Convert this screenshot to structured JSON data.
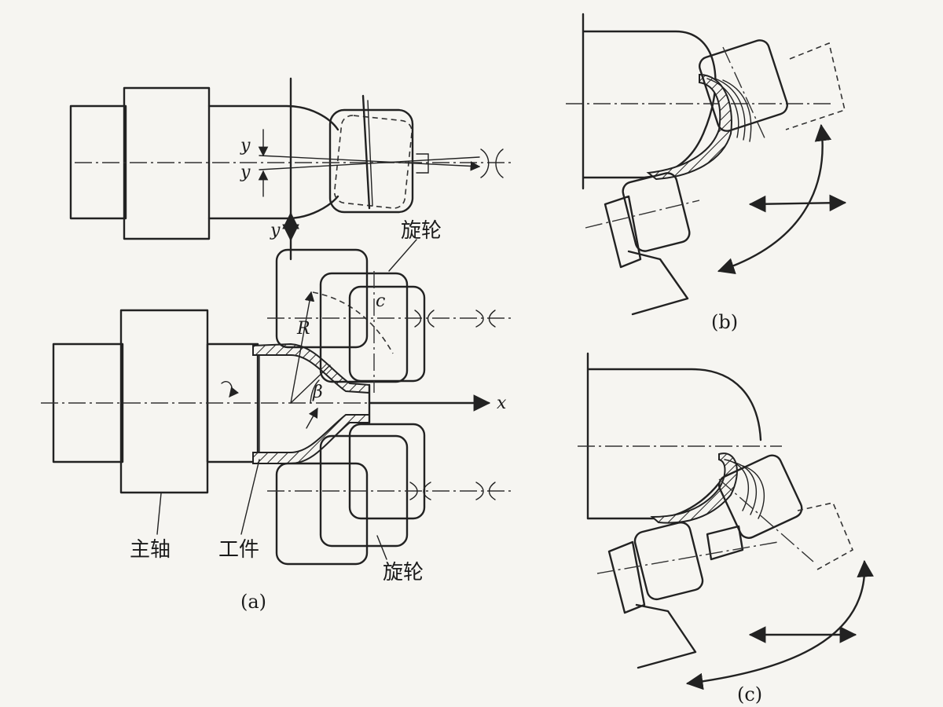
{
  "labels": {
    "roller_top": "旋轮",
    "roller_bottom": "旋轮",
    "spindle": "主轴",
    "workpiece": "工件",
    "axis_x": "x",
    "axis_y": "y",
    "offset_y_top": "y",
    "offset_y_bottom": "y",
    "radius": "R",
    "angle": "β",
    "center": "c"
  },
  "captions": {
    "a": "(a)",
    "b": "(b)",
    "c": "(c)"
  },
  "colors": {
    "ink": "#222222",
    "paper": "#f6f5f1"
  }
}
